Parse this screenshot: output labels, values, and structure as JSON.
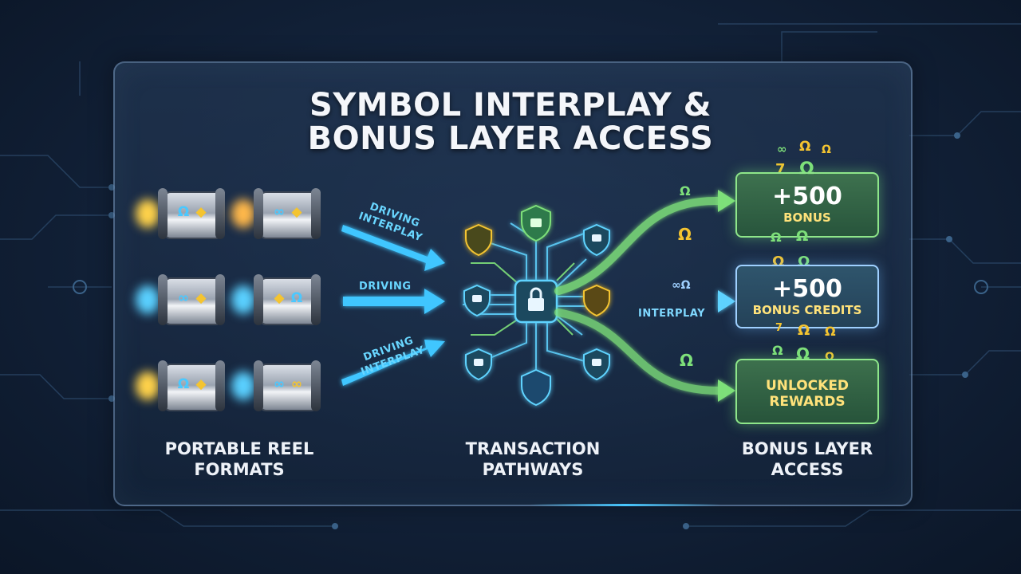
{
  "title": {
    "line1": "SYMBOL INTERPLAY &",
    "line2": "BONUS LAYER ACCESS"
  },
  "columns": {
    "reels": "PORTABLE REEL\nFORMATS",
    "transactions": "TRANSACTION\nPATHWAYS",
    "bonus": "BONUS LAYER\nACCESS"
  },
  "arrows": {
    "top_line1": "DRIVING",
    "top_line2": "INTERPLAY",
    "middle": "DRIVING",
    "bottom_line1": "DRIVING",
    "bottom_line2": "INTERPLAY",
    "output_middle": "INTERPLAY"
  },
  "bonus_boxes": [
    {
      "amount": "+500",
      "caption": "BONUS"
    },
    {
      "amount": "+500",
      "caption": "BONUS CREDITS"
    },
    {
      "line1": "UNLOCKED",
      "line2": "REWARDS"
    }
  ],
  "symbols": {
    "omega": "Ω",
    "infinity": "∞",
    "diamond": "◆",
    "seven": "7",
    "combo": "∞Ω"
  },
  "colors": {
    "accent_cyan": "#48c8ff",
    "accent_green": "#7ee07a",
    "accent_gold": "#f4c430",
    "panel_border": "#8cafd7"
  }
}
